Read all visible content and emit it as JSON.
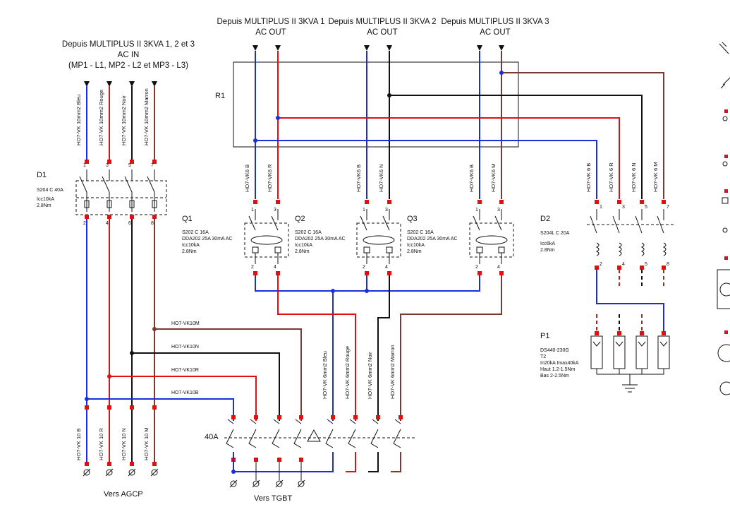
{
  "headers": {
    "mp_ac_in": [
      "Depuis MULTIPLUS II 3KVA 1, 2 et 3",
      "AC IN",
      "(MP1 - L1, MP2 - L2 et MP3 - L3)"
    ],
    "mp1_out": [
      "Depuis MULTIPLUS II 3KVA 1",
      "AC OUT"
    ],
    "mp2_out": [
      "Depuis MULTIPLUS II 3KVA 2",
      "AC OUT"
    ],
    "mp3_out": [
      "Depuis MULTIPLUS II 3KVA 3",
      "AC OUT"
    ]
  },
  "labels": {
    "r1": "R1",
    "d1": "D1",
    "q1": "Q1",
    "q2": "Q2",
    "q3": "Q3",
    "d2": "D2",
    "p1": "P1",
    "main_switch": "40A",
    "vers_agcp": "Vers AGCP",
    "vers_tgbt": "Vers TGBT"
  },
  "specs": {
    "d1": [
      "S204 C 40A",
      "Icc10kA",
      "2.8Nm"
    ],
    "q1": [
      "S202 C 16A",
      "DDA202 25A 30mA AC",
      "Icc10kA",
      "2.8Nm"
    ],
    "q2": [
      "S202 C 16A",
      "DDA202 25A 30mA AC",
      "Icc10kA",
      "2.8Nm"
    ],
    "q3": [
      "S202 C 16A",
      "DDA202 25A 30mA AC",
      "Icc10kA",
      "2.8Nm"
    ],
    "d2": [
      "S204L C 20A",
      "Icc6kA",
      "2.8Nm"
    ],
    "p1": [
      "DS440-230G",
      "T2",
      "In20kA Imax40kA",
      "Haut 1.2-1.5Nm",
      "Bas 2-2.5Nm"
    ]
  },
  "cables": {
    "in_top": [
      "HO7-VK 10mm2 Bleu",
      "HO7-VK 10mm2 Rouge",
      "HO7-VK 10mm2 Noir",
      "HO7-VK 10mm2 Marron"
    ],
    "agcp": [
      "HO7-VK 10 B",
      "HO7-VK 10 R",
      "HO7-VK 10 N",
      "HO7-VK 10 M"
    ],
    "h_bus": [
      "HO7-VK10M",
      "HO7-VK10N",
      "HO7-VK10R",
      "HO7-VK10B"
    ],
    "q_in": [
      "HO7-VK6 B",
      "HO7-VK6 R",
      "HO7-VK6 B",
      "HO7-VK6 N",
      "HO7-VK6 B",
      "HO7-VK6 M"
    ],
    "d2_in": [
      "HO7-VK 6 B",
      "HO7-VK 6 R",
      "HO7-VK 6 N",
      "HO7-VK 6 M"
    ],
    "tgbt": [
      "HO7-VK 6mm2 Bleu",
      "HO7-VK 6mm2 Rouge",
      "HO7-VK 6mm2 Noir",
      "HO7-VK 6mm2 Marron"
    ]
  },
  "terminals": {
    "d1_top": [
      "1",
      "3",
      "5",
      "7"
    ],
    "d1_bot": [
      "2",
      "4",
      "6",
      "8"
    ],
    "q_top": [
      "1",
      "3"
    ],
    "q_bot": [
      "2",
      "4"
    ],
    "d2_top": [
      "1",
      "3",
      "5",
      "7"
    ],
    "d2_bot": [
      "2",
      "4",
      "5",
      "8"
    ]
  },
  "colors": {
    "blue": "#1a2ee0",
    "red": "#e01010",
    "black": "#111111",
    "brown": "#7a3b2e",
    "dash": "#222222"
  }
}
